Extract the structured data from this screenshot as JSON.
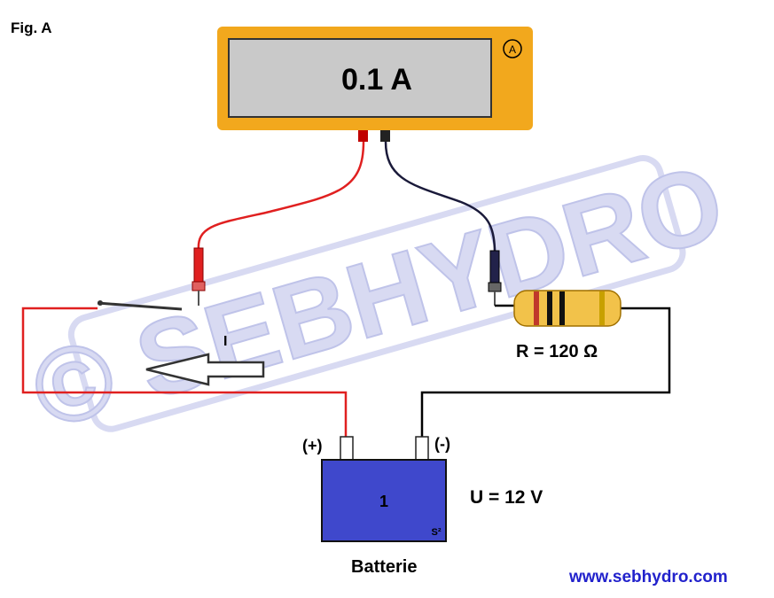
{
  "figure_label": "Fig. A",
  "ammeter": {
    "reading": "0.1 A",
    "symbol": "A",
    "body_color": "#f2a81d",
    "display_color": "#c9c9c9"
  },
  "resistor": {
    "label": "R = 120 Ω",
    "band_colors": [
      "#c0392b",
      "#111111",
      "#111111",
      "#c8a000"
    ]
  },
  "current_arrow_label": "I",
  "battery": {
    "number": "1",
    "plus_label": "(+)",
    "minus_label": "(-)",
    "corner_mark": "S²",
    "name": "Batterie",
    "color": "#3f48cc"
  },
  "voltage_label": "U = 12 V",
  "website": "www.sebhydro.com",
  "watermark": "© SEBHYDRO",
  "colors": {
    "wire_positive": "#e02020",
    "wire_negative": "#000000",
    "probe_black": "#1a1a3a",
    "watermark": "#b9bde8",
    "website": "#2222cc"
  }
}
